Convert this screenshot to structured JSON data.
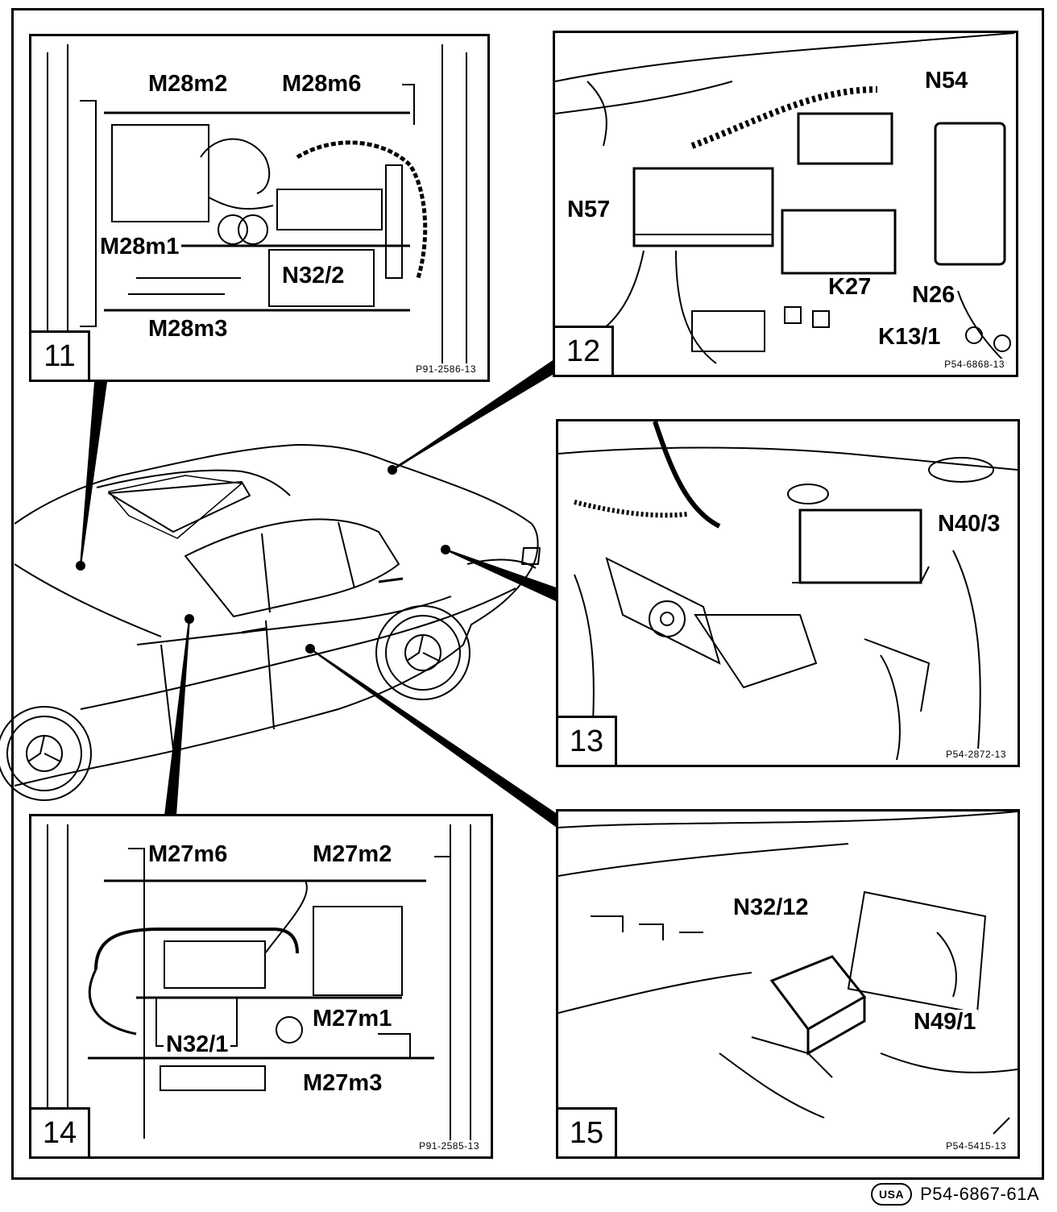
{
  "figure_ref": "P54-6867-61A",
  "region_badge": "USA",
  "panels": {
    "p11": {
      "number": "11",
      "ref": "P91-2586-13",
      "labels": {
        "a": "M28m2",
        "b": "M28m6",
        "c": "M28m1",
        "d": "N32/2",
        "e": "M28m3"
      }
    },
    "p12": {
      "number": "12",
      "ref": "P54-6868-13",
      "labels": {
        "a": "N54",
        "b": "N57",
        "c": "K27",
        "d": "N26",
        "e": "K13/1"
      }
    },
    "p13": {
      "number": "13",
      "ref": "P54-2872-13",
      "labels": {
        "a": "N40/3"
      }
    },
    "p14": {
      "number": "14",
      "ref": "P91-2585-13",
      "labels": {
        "a": "M27m6",
        "b": "M27m2",
        "c": "M27m1",
        "d": "N32/1",
        "e": "M27m3"
      }
    },
    "p15": {
      "number": "15",
      "ref": "P54-5415-13",
      "labels": {
        "a": "N32/12",
        "b": "N49/1"
      }
    }
  }
}
